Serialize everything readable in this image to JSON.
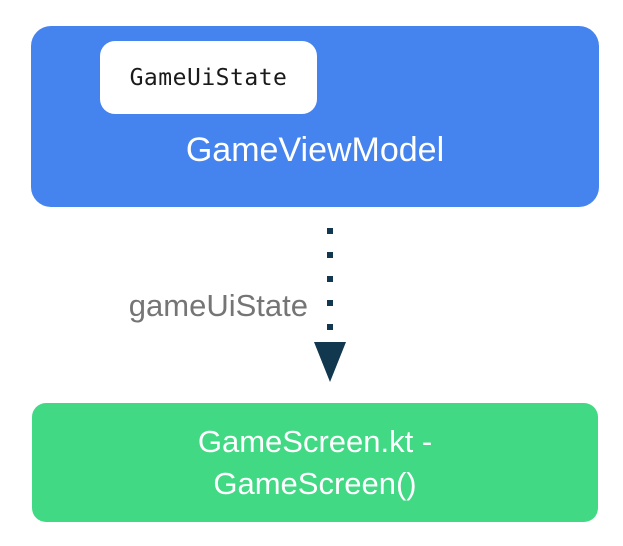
{
  "canvas": {
    "background": "#FFFFFF"
  },
  "viewmodel_box": {
    "fill": "#4583EE",
    "title": "GameViewModel",
    "title_color": "#FFFFFF",
    "chip": {
      "label": "GameUiState",
      "fill": "#FFFFFF",
      "text_color": "#1A1A1A"
    }
  },
  "flow": {
    "label": "gameUiState",
    "label_color": "#757575",
    "arrow_color": "#12384F",
    "arrow_style": "dotted",
    "arrow_direction": "down"
  },
  "screen_box": {
    "fill": "#42D985",
    "title_line1": "GameScreen.kt -",
    "title_line2": "GameScreen()",
    "title_color": "#FFFFFF"
  }
}
